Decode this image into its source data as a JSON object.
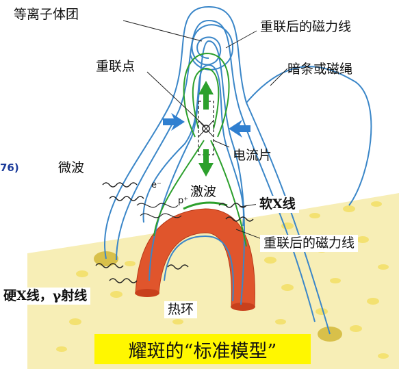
{
  "labels": {
    "plasmoid": "等离子体团",
    "reconnected_top": "重联后的磁力线",
    "reconnection_point": "重联点",
    "filament": "暗条或磁绳",
    "current_sheet": "电流片",
    "microwave": "微波",
    "shock": "激波",
    "soft_xray": "软X线",
    "reconnected_bottom": "重联后的磁力线",
    "hard_xray": "硬X线，γ射线",
    "hot_loop": "热环",
    "electron": "e⁻",
    "proton": "p⁺",
    "side_mark": "76)"
  },
  "caption": "耀斑的“标准模型”",
  "colors": {
    "field_line": "#3a86c8",
    "inner_field": "#2ca02c",
    "flow_arrow": "#2ca02c",
    "inflow_arrow": "#2f7fd0",
    "hot_loop": "#e0552c",
    "surface": "#f7eeb6",
    "caption_bg": "#fff700"
  }
}
